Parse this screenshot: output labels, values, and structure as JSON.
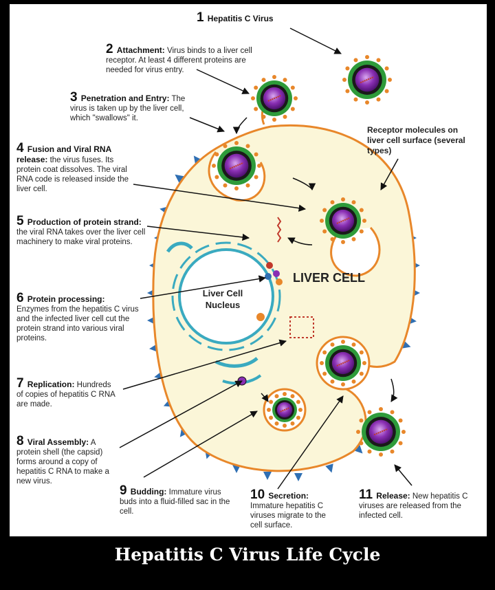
{
  "title": "Hepatitis C Virus Life Cycle",
  "labels": {
    "liver_cell": "LIVER CELL",
    "nucleus": "Liver Cell Nucleus",
    "receptor": "Receptor molecules on liver cell surface (several types)"
  },
  "steps": [
    {
      "num": "1",
      "head": "Hepatitis C Virus",
      "body": ""
    },
    {
      "num": "2",
      "head": "Attachment:",
      "body": "Virus binds to a liver cell receptor. At least 4 different proteins are needed for virus entry."
    },
    {
      "num": "3",
      "head": "Penetration and Entry:",
      "body": "The virus is taken up by the liver cell, which \"swallows\" it."
    },
    {
      "num": "4",
      "head": "Fusion and Viral RNA release:",
      "body": "the virus fuses. Its protein coat dissolves. The viral RNA code is released inside the liver cell."
    },
    {
      "num": "5",
      "head": "Production of protein strand:",
      "body": "the viral RNA takes over the liver cell machinery to make viral proteins."
    },
    {
      "num": "6",
      "head": "Protein processing:",
      "body": "Enzymes from the hepatitis C virus and the infected liver cell cut the protein strand into various viral proteins."
    },
    {
      "num": "7",
      "head": "Replication:",
      "body": "Hundreds of copies of hepatitis C RNA are made."
    },
    {
      "num": "8",
      "head": "Viral Assembly:",
      "body": "A protein shell (the capsid) forms around a copy of hepatitis C RNA to make a new virus."
    },
    {
      "num": "9",
      "head": "Budding:",
      "body": "Immature virus buds into a fluid-filled sac in the cell."
    },
    {
      "num": "10",
      "head": "Secretion:",
      "body": "Immature hepatitis C viruses migrate to the cell surface."
    },
    {
      "num": "11",
      "head": "Release:",
      "body": "New hepatitis C viruses are released from the infected cell."
    }
  ],
  "colors": {
    "cell_fill": "#fbf6d8",
    "cell_outline": "#e8872a",
    "spike": "#2f6fb3",
    "virus_core": "#8a2fb3",
    "virus_ring": "#1a1a1a",
    "virus_coat": "#2e9b3a",
    "nucleus_outline": "#3aaac0"
  }
}
